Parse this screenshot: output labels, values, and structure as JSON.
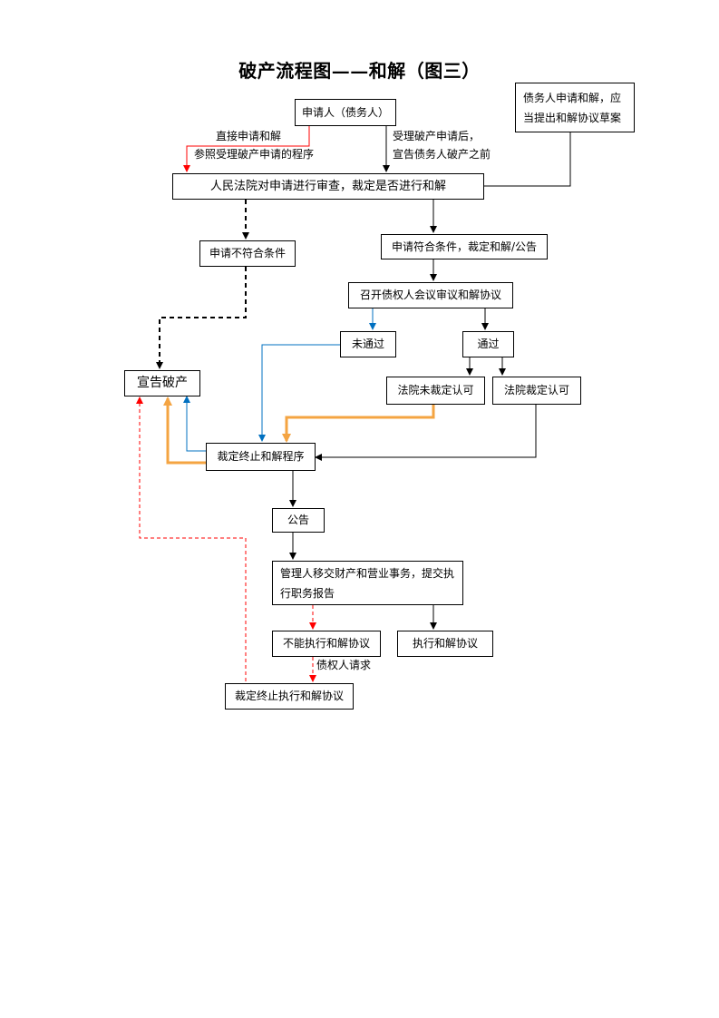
{
  "title": "破产流程图——和解（图三）",
  "nodes": {
    "applicant": "申请人（债务人）",
    "debtor_note": "债务人申请和解，应当提出和解协议草案",
    "court_review": "人民法院对申请进行审查，裁定是否进行和解",
    "not_qualified": "申请不符合条件",
    "qualified": "申请符合条件，裁定和解/公告",
    "creditor_meeting": "召开债权人会议审议和解协议",
    "rejected": "未通过",
    "passed": "通过",
    "declare_bankruptcy": "宣告破产",
    "court_not_approve": "法院未裁定认可",
    "court_approve": "法院裁定认可",
    "terminate_procedure": "裁定终止和解程序",
    "announcement": "公告",
    "administrator_handover": "管理人移交财产和营业事务，提交执行职务报告",
    "cannot_execute": "不能执行和解协议",
    "execute_agreement": "执行和解协议",
    "terminate_execution": "裁定终止执行和解协议"
  },
  "labels": {
    "direct_apply_line1": "直接申请和解",
    "direct_apply_line2": "参照受理破产申请的程序",
    "after_accept_line1": "受理破产申请后，",
    "after_accept_line2": "宣告债务人破产之前",
    "creditor_request": "债权人请求"
  },
  "colors": {
    "black": "#000000",
    "red": "#ff0000",
    "blue": "#0070c0",
    "orange": "#f4a442"
  }
}
